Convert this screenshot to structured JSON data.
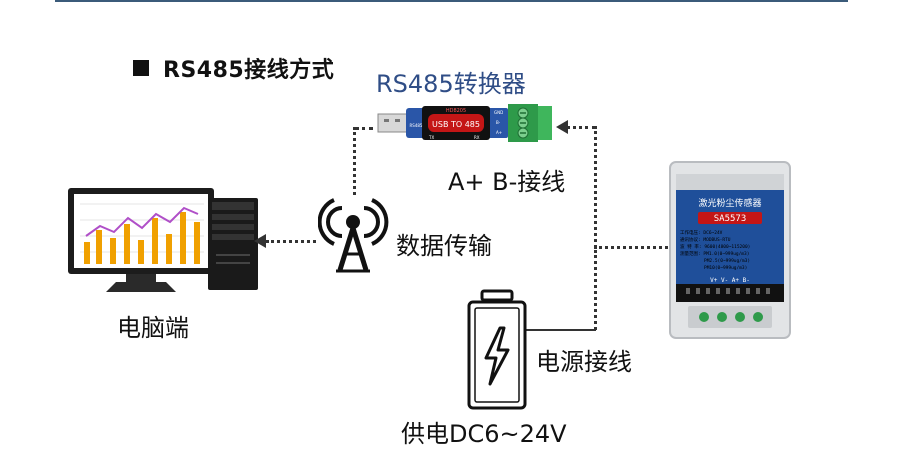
{
  "title": "RS485接线方式",
  "converter": {
    "label": "RS485转换器",
    "brand": "HD8205",
    "device_text": "USB TO 485",
    "pin_gnd": "GND",
    "pin_b": "B-",
    "pin_a": "A+",
    "side_marks": [
      "RS485",
      "TX",
      "RX"
    ]
  },
  "labels": {
    "ab_wiring": "A+ B-接线",
    "data_transfer": "数据传输",
    "computer": "电脑端",
    "power_wiring": "电源接线",
    "power_supply": "供电DC6~24V"
  },
  "sensor": {
    "title": "激光粉尘传感器",
    "model": "SA5573",
    "specs": [
      "工作电压: DC6~24V",
      "通讯协议: MODBUS-RTU",
      "波 特 率: 9600(4800~115200)",
      "测量范围: PM1.0(0~999ug/m3)",
      "PM2.5(0~999ug/m3)",
      "PM10(0~999ug/m3)"
    ],
    "terminals": "V+ V- A+ B-"
  },
  "colors": {
    "title_blue": "#2f4d86",
    "sensor_blue": "#1f4f9a",
    "terminal_green": "#2e9a4a",
    "converter_red": "#c41616",
    "chart_orange": "#f0a000",
    "chart_purple": "#b04fc8"
  },
  "icons": {
    "computer": "desktop-computer-icon",
    "antenna": "wireless-antenna-icon",
    "battery": "battery-lightning-icon"
  }
}
